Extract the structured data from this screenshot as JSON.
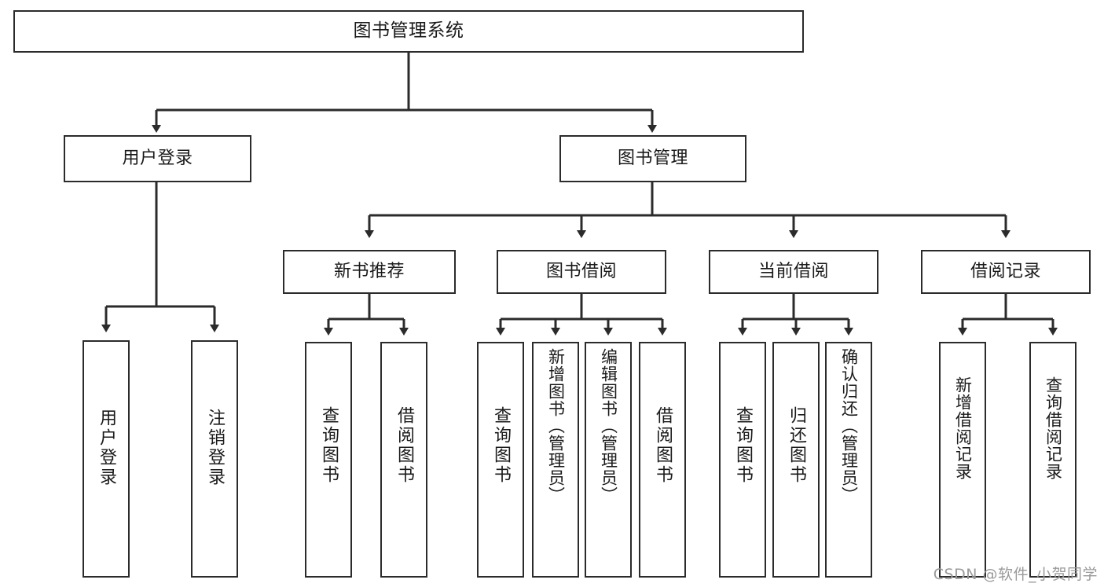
{
  "diagram": {
    "type": "tree-hierarchy",
    "title": "图书管理系统",
    "root": {
      "label": "图书管理系统"
    },
    "level2": [
      {
        "id": "user-login",
        "label": "用户登录"
      },
      {
        "id": "book-management",
        "label": "图书管理"
      }
    ],
    "level3": [
      {
        "id": "new-book-recommend",
        "label": "新书推荐",
        "parent": "book-management"
      },
      {
        "id": "book-borrow",
        "label": "图书借阅",
        "parent": "book-management"
      },
      {
        "id": "current-borrow",
        "label": "当前借阅",
        "parent": "book-management"
      },
      {
        "id": "borrow-record",
        "label": "借阅记录",
        "parent": "book-management"
      }
    ],
    "leaves": [
      {
        "id": "leaf-user-login",
        "label": "用户登录",
        "parent": "user-login"
      },
      {
        "id": "leaf-logout-login",
        "label": "注销登录",
        "parent": "user-login"
      },
      {
        "id": "leaf-query-book-1",
        "label": "查询图书",
        "parent": "new-book-recommend"
      },
      {
        "id": "leaf-borrow-book-1",
        "label": "借阅图书",
        "parent": "new-book-recommend"
      },
      {
        "id": "leaf-query-book-2",
        "label": "查询图书",
        "parent": "book-borrow"
      },
      {
        "id": "leaf-add-book",
        "label": "新增图书（管理员）",
        "parent": "book-borrow"
      },
      {
        "id": "leaf-edit-book",
        "label": "编辑图书（管理员）",
        "parent": "book-borrow"
      },
      {
        "id": "leaf-borrow-book-2",
        "label": "借阅图书",
        "parent": "book-borrow"
      },
      {
        "id": "leaf-query-book-3",
        "label": "查询图书",
        "parent": "current-borrow"
      },
      {
        "id": "leaf-return-book",
        "label": "归还图书",
        "parent": "current-borrow"
      },
      {
        "id": "leaf-confirm-return",
        "label": "确认归还（管理员）",
        "parent": "current-borrow"
      },
      {
        "id": "leaf-add-borrow-record",
        "label": "新增借阅记录",
        "parent": "borrow-record"
      },
      {
        "id": "leaf-query-borrow-record",
        "label": "查询借阅记录",
        "parent": "borrow-record"
      }
    ],
    "colors": {
      "box_border": "#2b2b2b",
      "box_fill": "#ffffff",
      "connector": "#2b2b2b",
      "text": "#1a1a1a",
      "watermark": "#9a9a9a",
      "background": "#ffffff"
    }
  },
  "watermark": {
    "text": "CSDN @软件_小贺同学"
  }
}
